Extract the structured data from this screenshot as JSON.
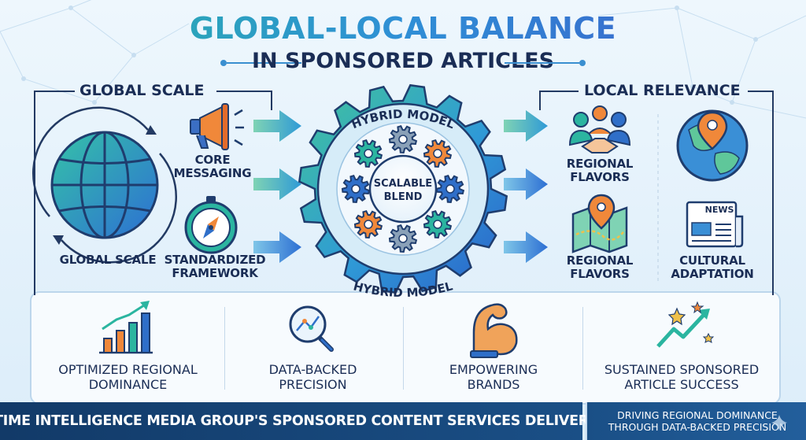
{
  "title": {
    "line1": "GLOBAL-LOCAL BALANCE",
    "line2": "IN SPONSORED ARTICLES"
  },
  "left_section": {
    "heading": "GLOBAL SCALE",
    "items": [
      {
        "icon": "globe-icon",
        "label": "GLOBAL SCALE"
      },
      {
        "icon": "megaphone-icon",
        "label_lines": [
          "CORE",
          "MESSAGING"
        ]
      },
      {
        "icon": "compass-icon",
        "label_lines": [
          "STANDARDIZED",
          "FRAMEWORK"
        ]
      }
    ]
  },
  "center": {
    "top_label": "HYBRID MODEL",
    "core_lines": [
      "SCALABLE",
      "BLEND"
    ],
    "bottom_label": "HYBRID MODEL"
  },
  "right_section": {
    "heading": "LOCAL RELEVANCE",
    "items": [
      {
        "icon": "handshake-team-icon",
        "label_lines": [
          "REGIONAL",
          "FLAVORS"
        ]
      },
      {
        "icon": "world-map-pin-icon",
        "label_lines": []
      },
      {
        "icon": "map-pin-icon",
        "label_lines": [
          "REGIONAL",
          "FLAVORS"
        ]
      },
      {
        "icon": "newspaper-icon",
        "icon_text": "NEWS",
        "label_lines": [
          "CULTURAL",
          "ADAPTATION"
        ]
      }
    ]
  },
  "outcomes": [
    {
      "icon": "growth-bar-chart-icon",
      "label_lines": [
        "OPTIMIZED REGIONAL",
        "DOMINANCE"
      ]
    },
    {
      "icon": "magnifier-analytics-icon",
      "label_lines": [
        "DATA-BACKED",
        "PRECISION"
      ]
    },
    {
      "icon": "flexed-arm-icon",
      "label_lines": [
        "EMPOWERING",
        "BRANDS"
      ]
    },
    {
      "icon": "trend-stars-icon",
      "label_lines": [
        "SUSTAINED SPONSORED",
        "ARTICLE SUCCESS"
      ]
    }
  ],
  "footer": {
    "left": "TIME INTELLIGENCE MEDIA GROUP'S SPONSORED CONTENT SERVICES DELIVER",
    "right_lines": [
      "DRIVING REGIONAL DOMINANCE",
      "THROUGH DATA-BACKED PRECISION"
    ]
  },
  "colors": {
    "navy": "#1a2d55",
    "teal": "#2bb5a0",
    "blue": "#2f8fd6",
    "orange": "#f0883a",
    "footer": "#123a68"
  }
}
